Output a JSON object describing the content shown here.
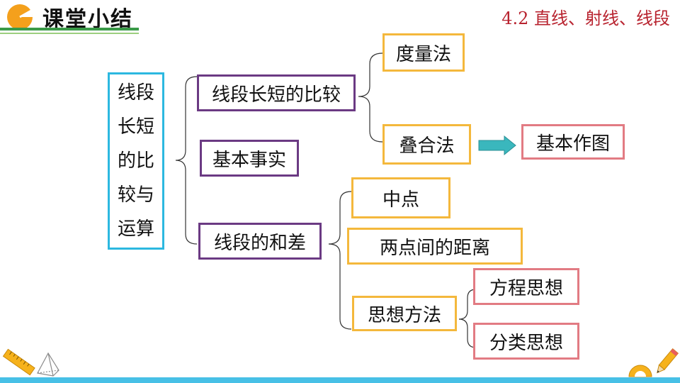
{
  "header": {
    "title": "课堂小结",
    "lesson": "4.2 直线、射线、线段"
  },
  "diagram": {
    "root": "线段长短的比较与运算",
    "branches": {
      "compare": "线段长短的比较",
      "fact": "基本事实",
      "sum_diff": "线段的和差"
    },
    "compare_methods": {
      "measure": "度量法",
      "overlap": "叠合法",
      "construction": "基本作图"
    },
    "sum_diff_items": {
      "midpoint": "中点",
      "distance": "两点间的距离",
      "method": "思想方法"
    },
    "method_items": {
      "equation": "方程思想",
      "classification": "分类思想"
    }
  },
  "colors": {
    "accent_green": "#3a9a48",
    "lesson_red": "#b8232f",
    "purple_border": "#6b3a83",
    "orange_border": "#f4b83c",
    "pink_border": "#e27b83",
    "cyan_border": "#2cb8e0",
    "arrow_teal": "#3ab7bd"
  }
}
